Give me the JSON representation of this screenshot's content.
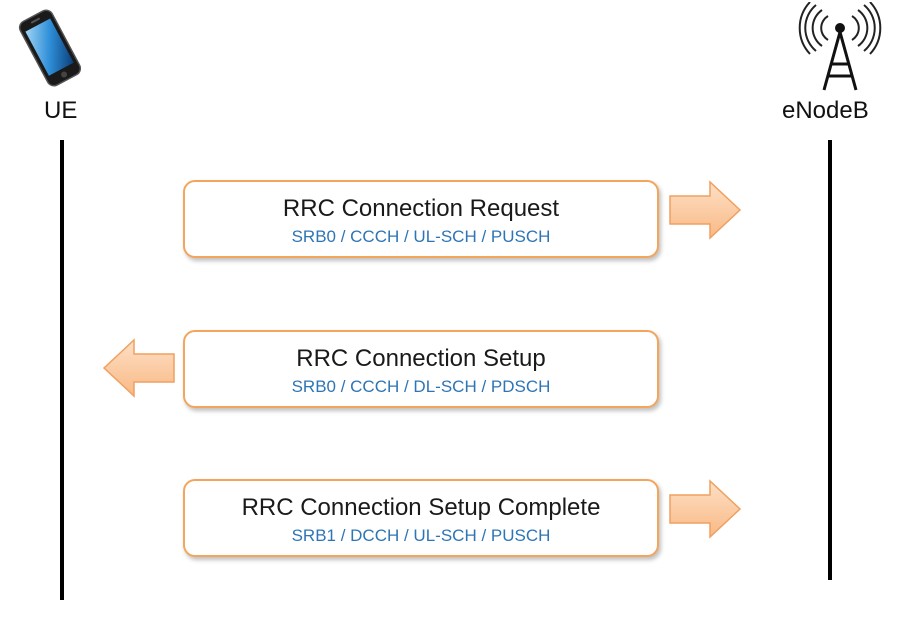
{
  "entities": {
    "ue": {
      "label": "UE",
      "icon": "phone-icon"
    },
    "enodeb": {
      "label": "eNodeB",
      "icon": "antenna-tower-icon"
    }
  },
  "messages": [
    {
      "title": "RRC Connection Request",
      "subtitle": "SRB0 / CCCH / UL-SCH / PUSCH",
      "direction": "UE to eNodeB"
    },
    {
      "title": "RRC Connection Setup",
      "subtitle": "SRB0 / CCCH / DL-SCH / PDSCH",
      "direction": "eNodeB to UE"
    },
    {
      "title": "RRC Connection Setup Complete",
      "subtitle": "SRB1 / DCCH / UL-SCH / PUSCH",
      "direction": "UE to eNodeB"
    }
  ],
  "colors": {
    "box_border": "#f4a55c",
    "subtitle_text": "#2e75b6",
    "arrow_fill": "#fbc293",
    "arrow_stroke": "#f0a060"
  }
}
